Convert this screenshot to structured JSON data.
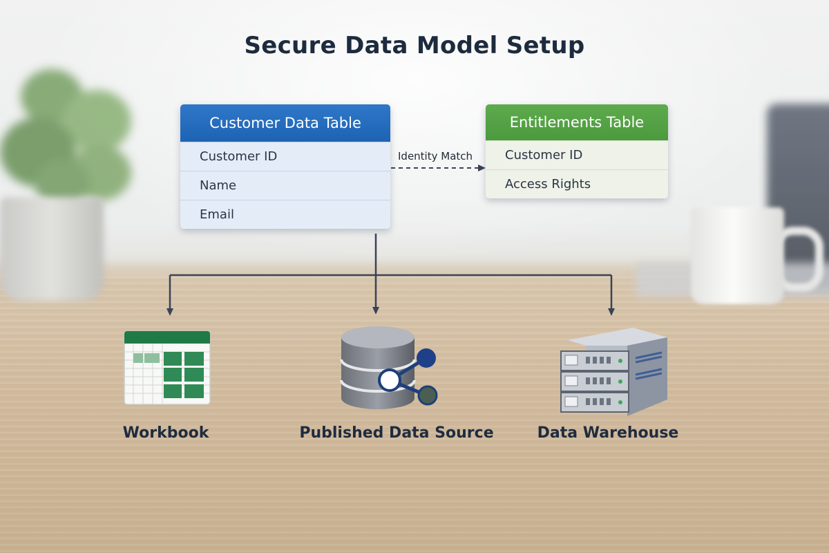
{
  "title": "Secure Data Model Setup",
  "customer_table": {
    "title": "Customer Data Table",
    "fields": [
      "Customer ID",
      "Name",
      "Email"
    ],
    "header_color": "#1e63b3"
  },
  "entitlements_table": {
    "title": "Entitlements Table",
    "fields": [
      "Customer ID",
      "Access Rights"
    ],
    "header_color": "#4b9a3d"
  },
  "relationship": {
    "label": "Identity Match"
  },
  "targets": [
    {
      "label": "Workbook",
      "icon": "spreadsheet-icon"
    },
    {
      "label": "Published Data Source",
      "icon": "database-share-icon"
    },
    {
      "label": "Data Warehouse",
      "icon": "server-rack-icon"
    }
  ]
}
